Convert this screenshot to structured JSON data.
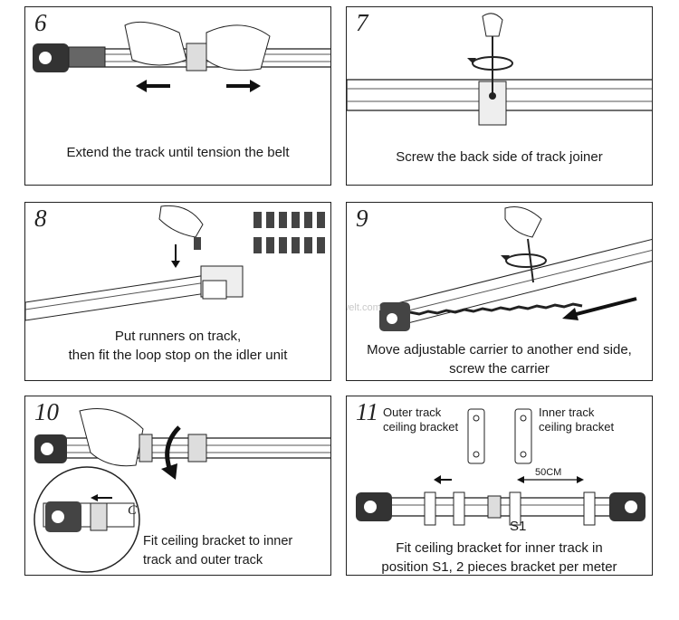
{
  "panels": [
    {
      "step": "6",
      "caption_lines": [
        "Extend the track until tension the belt"
      ]
    },
    {
      "step": "7",
      "caption_lines": [
        "Screw the back side of track joiner"
      ]
    },
    {
      "step": "8",
      "caption_lines": [
        "Put runners on track,",
        "then fit the loop stop on the idler unit"
      ]
    },
    {
      "step": "9",
      "caption_lines": [
        "Move adjustable carrier to another end side,",
        "screw the carrier"
      ]
    },
    {
      "step": "10",
      "caption_lines": [
        "Fit ceiling bracket to inner",
        "track and outer track"
      ]
    },
    {
      "step": "11",
      "caption_lines": [
        "Fit ceiling bracket for inner track in",
        "position S1, 2 pieces bracket per meter"
      ]
    }
  ],
  "panel10": {
    "detail_label": "C"
  },
  "panel11": {
    "outer_bracket_label": [
      "Outer track",
      "ceiling bracket"
    ],
    "inner_bracket_label": [
      "Inner track",
      "ceiling bracket"
    ],
    "distance_label": "50CM",
    "position_label": "S1"
  },
  "watermark": "sales@baumwelt.com"
}
